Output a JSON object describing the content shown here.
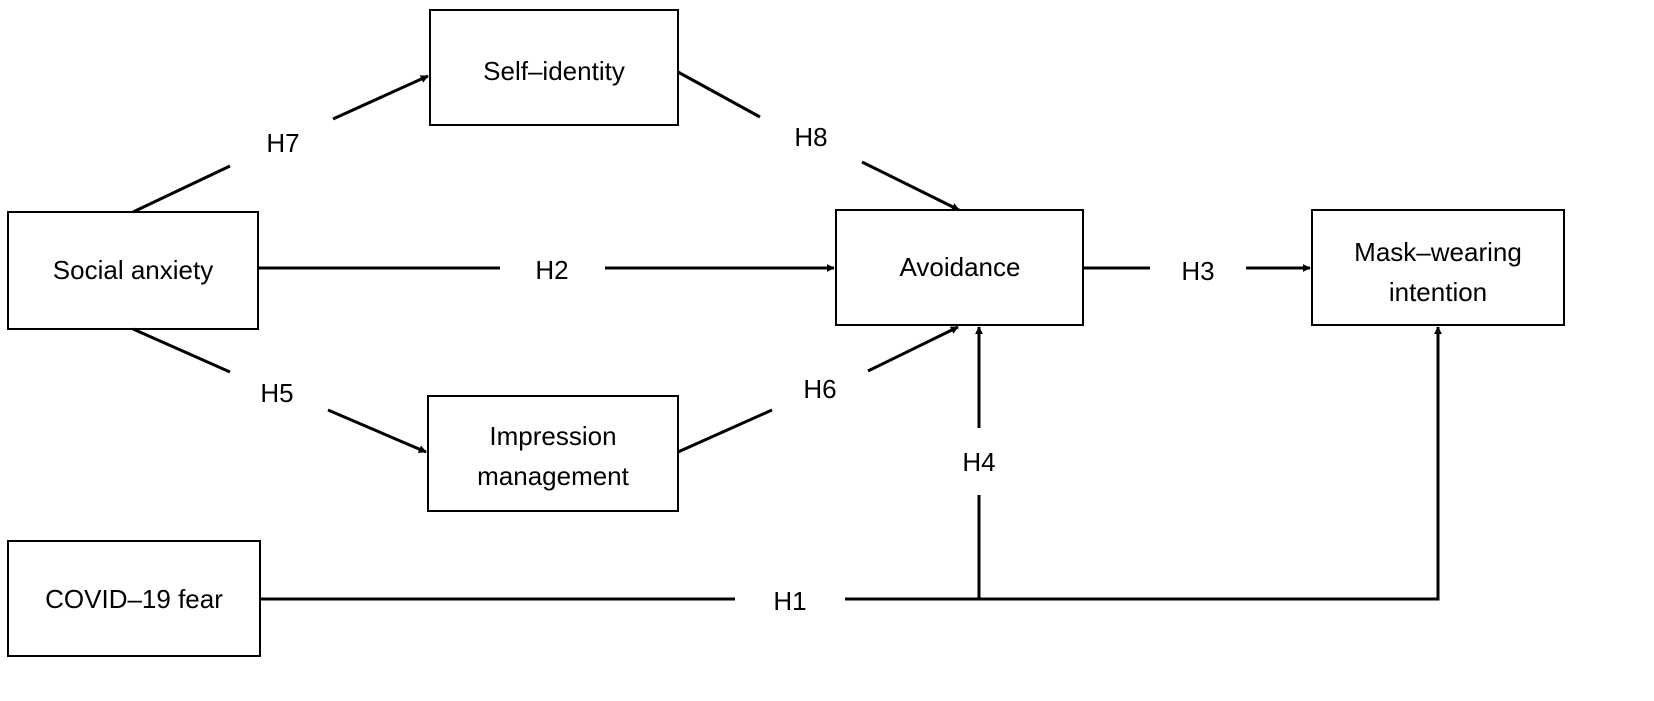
{
  "nodes": {
    "self_identity": "Self–identity",
    "social_anxiety": "Social anxiety",
    "avoidance": "Avoidance",
    "mask_wearing_line1": "Mask–wearing",
    "mask_wearing_line2": "intention",
    "impression_line1": "Impression",
    "impression_line2": "management",
    "covid_fear": "COVID–19 fear"
  },
  "hypotheses": {
    "h1": "H1",
    "h2": "H2",
    "h3": "H3",
    "h4": "H4",
    "h5": "H5",
    "h6": "H6",
    "h7": "H7",
    "h8": "H8"
  }
}
